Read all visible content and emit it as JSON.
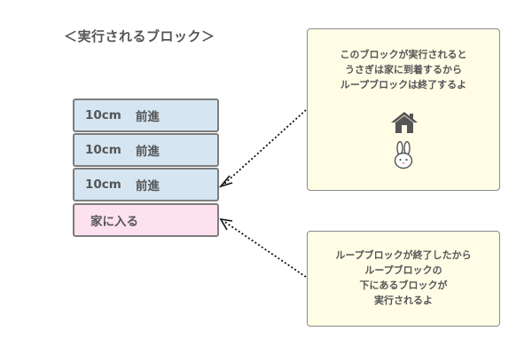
{
  "title": "＜実行されるブロック＞",
  "blocks": [
    {
      "distance": "10cm",
      "action": "前進"
    },
    {
      "distance": "10cm",
      "action": "前進"
    },
    {
      "distance": "10cm",
      "action": "前進"
    },
    {
      "label": "家に入る"
    }
  ],
  "notes": {
    "top": {
      "lines": [
        "このブロックが実行されると",
        "うさぎは家に到着するから",
        "ループブロックは終了するよ"
      ],
      "icons": [
        "house-icon",
        "rabbit-icon"
      ]
    },
    "bottom": {
      "lines": [
        "ループブロックが終了したから",
        "ループブロックの",
        "下にあるブロックが",
        "実行されるよ"
      ]
    }
  },
  "colors": {
    "move_block": "#d5e6f2",
    "home_block": "#fde1ee",
    "note_bg": "#fffde6",
    "border": "#7d7d7d"
  }
}
